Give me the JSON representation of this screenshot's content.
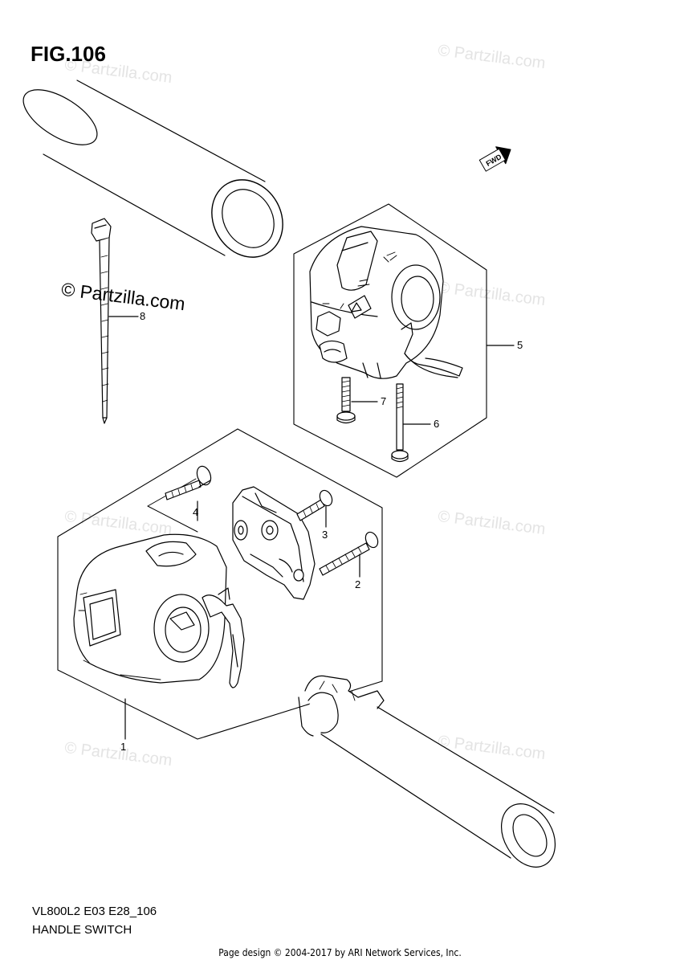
{
  "figure": {
    "title": "FIG.106"
  },
  "footer_info": {
    "model_code": "VL800L2 E03 E28_106",
    "section_name": "HANDLE SWITCH",
    "page_design": "Page design © 2004-2017 by ARI Network Services, Inc."
  },
  "watermark": {
    "text": "© Partzilla.com",
    "prominent_text": "© Partzilla.com"
  },
  "direction_badge": {
    "text": "FWD",
    "icon": "fwd-arrow-icon"
  },
  "callouts": [
    "1",
    "2",
    "3",
    "4",
    "5",
    "6",
    "7",
    "8"
  ]
}
